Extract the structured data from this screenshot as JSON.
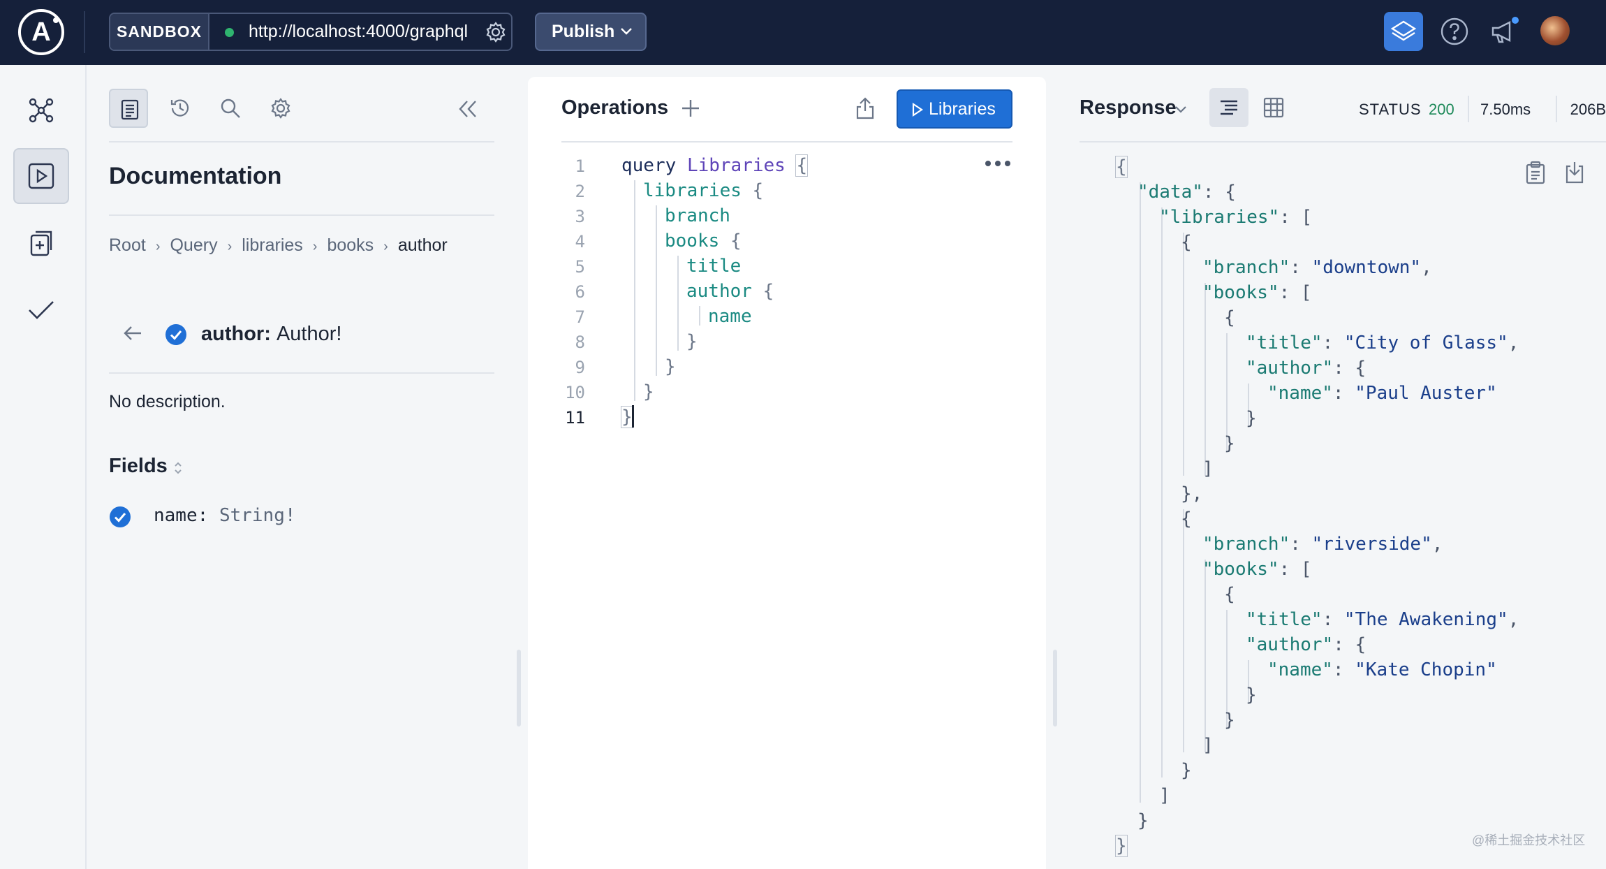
{
  "topbar": {
    "logo_letter": "A",
    "sandbox_label": "SANDBOX",
    "endpoint_url": "http://localhost:4000/graphql",
    "publish_label": "Publish"
  },
  "docs": {
    "title": "Documentation",
    "breadcrumbs": [
      "Root",
      "Query",
      "libraries",
      "books",
      "author"
    ],
    "field_name": "author:",
    "field_type": "Author!",
    "description": "No description.",
    "fields_heading": "Fields",
    "fields": [
      {
        "name": "name:",
        "type": "String!"
      }
    ]
  },
  "operations": {
    "title": "Operations",
    "run_label": "Libraries",
    "line_numbers": [
      "1",
      "2",
      "3",
      "4",
      "5",
      "6",
      "7",
      "8",
      "9",
      "10",
      "11"
    ],
    "code": {
      "query_kw": "query",
      "op_name": "Libraries",
      "open_brace": "{",
      "libraries": "libraries",
      "branch": "branch",
      "books": "books",
      "title": "title",
      "author": "author",
      "name": "name",
      "close_brace": "}"
    }
  },
  "response": {
    "title": "Response",
    "status_label": "STATUS",
    "status_code": "200",
    "time": "7.50ms",
    "size": "206B",
    "json": {
      "k_data": "\"data\"",
      "k_libraries": "\"libraries\"",
      "k_branch": "\"branch\"",
      "k_books": "\"books\"",
      "k_title": "\"title\"",
      "k_author": "\"author\"",
      "k_name": "\"name\"",
      "branch1": "\"downtown\"",
      "title1": "\"City of Glass\"",
      "name1": "\"Paul Auster\"",
      "branch2": "\"riverside\"",
      "title2": "\"The Awakening\"",
      "name2": "\"Kate Chopin\""
    }
  },
  "watermark": "@稀土掘金技术社区",
  "colors": {
    "topbar_bg": "#15203a",
    "run_button": "#1f6fd6",
    "check_blue": "#1f6fd6",
    "status_ok": "#1f8a5a",
    "status_dot": "#2fb46f"
  },
  "icons": [
    "apollo-logo",
    "gear-icon",
    "chevron-down-icon",
    "graph-icon",
    "help-icon",
    "megaphone-icon",
    "schema-icon",
    "play-icon",
    "collections-icon",
    "checks-icon",
    "doc-icon",
    "history-icon",
    "search-icon",
    "double-chevron-left-icon",
    "arrow-left-icon",
    "check-circle-icon",
    "sort-icon",
    "plus-icon",
    "share-icon",
    "more-icon",
    "list-view-icon",
    "table-view-icon",
    "copy-icon",
    "download-icon"
  ]
}
